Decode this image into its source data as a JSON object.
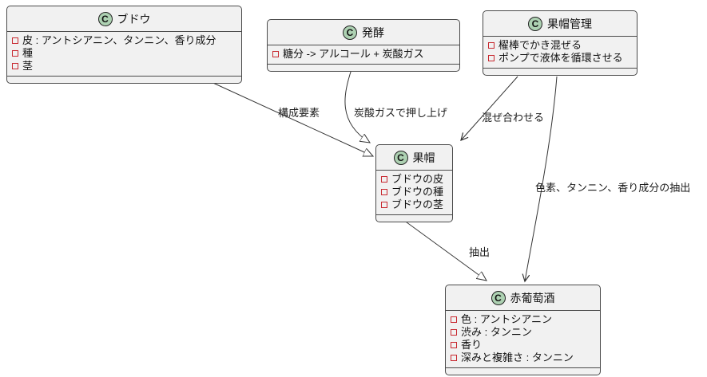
{
  "diagram": {
    "type": "uml-class-diagram",
    "classes": [
      {
        "id": "grape",
        "stereotype": "C",
        "name": "ブドウ",
        "attributes": [
          "皮 : アントシアニン、タンニン、香り成分",
          "種",
          "茎"
        ]
      },
      {
        "id": "fermentation",
        "stereotype": "C",
        "name": "発酵",
        "attributes": [
          "糖分 -> アルコール + 炭酸ガス"
        ]
      },
      {
        "id": "cap-management",
        "stereotype": "C",
        "name": "果帽管理",
        "attributes": [
          "櫂棒でかき混ぜる",
          "ポンプで液体を循環させる"
        ]
      },
      {
        "id": "cap",
        "stereotype": "C",
        "name": "果帽",
        "attributes": [
          "ブドウの皮",
          "ブドウの種",
          "ブドウの茎"
        ]
      },
      {
        "id": "red-wine",
        "stereotype": "C",
        "name": "赤葡萄酒",
        "attributes": [
          "色 : アントシアニン",
          "渋み : タンニン",
          "香り",
          "深みと複雑さ : タンニン"
        ]
      }
    ],
    "edges": [
      {
        "from": "ブドウ",
        "to": "果帽",
        "label": "構成要素",
        "arrowhead": "hollow-triangle"
      },
      {
        "from": "発酵",
        "to": "果帽",
        "label": "炭酸ガスで押し上げ",
        "arrowhead": "hollow-triangle"
      },
      {
        "from": "果帽管理",
        "to": "果帽",
        "label": "混ぜ合わせる",
        "arrowhead": "open"
      },
      {
        "from": "果帽管理",
        "to": "赤葡萄酒",
        "label": "色素、タンニン、香り成分の抽出",
        "arrowhead": "open"
      },
      {
        "from": "果帽",
        "to": "赤葡萄酒",
        "label": "抽出",
        "arrowhead": "hollow-triangle"
      }
    ],
    "colors": {
      "background": "#FFFFFF",
      "class_bg": "#F1F1F1",
      "class_border": "#4A4A4A",
      "circle_fill": "#ADD1B2",
      "attr_marker": "#C82930",
      "line": "#333333"
    }
  }
}
